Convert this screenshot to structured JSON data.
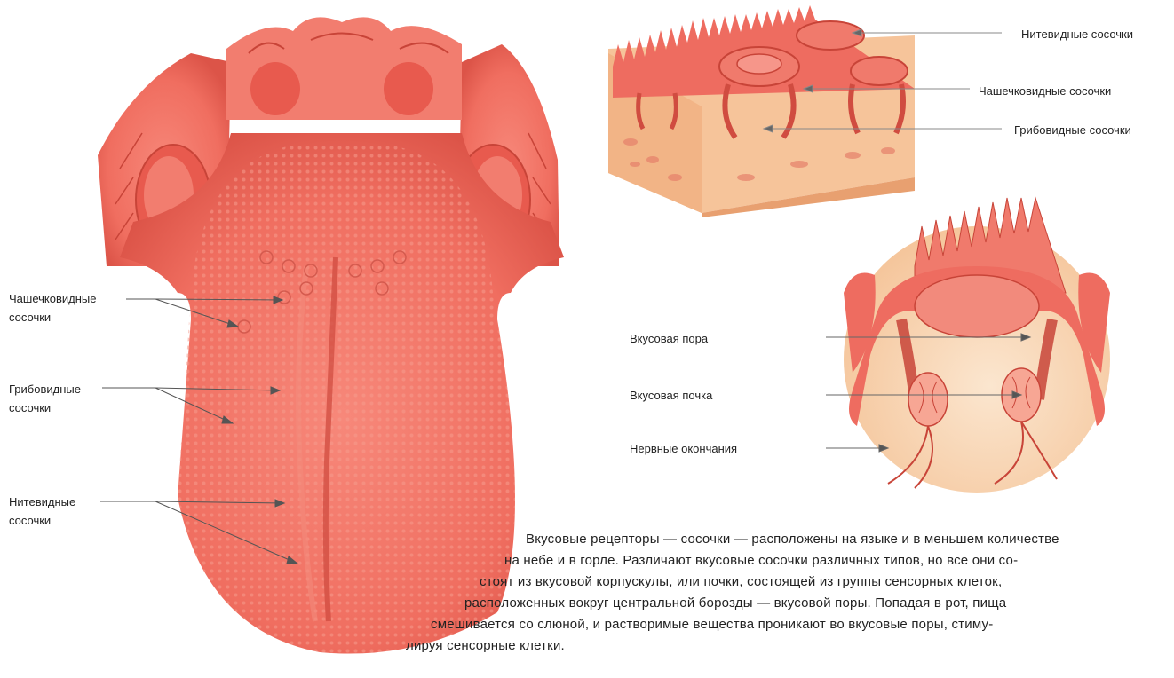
{
  "tongue_labels": {
    "circumvallate_line1": "Чашечковидные",
    "circumvallate_line2": "сосочки",
    "fungiform_line1": "Грибовидные",
    "fungiform_line2": "сосочки",
    "filiform_line1": "Нитевидные",
    "filiform_line2": "сосочки"
  },
  "section_labels": {
    "filiform": "Нитевидные сосочки",
    "circumvallate": "Чашечковидные сосочки",
    "fungiform": "Грибовидные сосочки"
  },
  "bud_labels": {
    "pore": "Вкусовая пора",
    "bud": "Вкусовая почка",
    "nerves": "Нервные окончания"
  },
  "caption_lines": [
    "Вкусовые рецепторы — сосочки — расположены на языке и в меньшем количестве",
    "на небе и в горле. Различают вкусовые сосочки различных типов, но все они со-",
    "стоят из вкусовой корпускулы, или почки, состоящей из группы сенсорных клеток,",
    "расположенных вокруг центральной борозды — вкусовой поры. Попадая в рот, пища",
    "смешивается со слюной, и растворимые вещества проникают во вкусовые поры, стиму-",
    "лируя сенсорные клетки."
  ],
  "colors": {
    "tongue": "#f06e60",
    "tongue_dark": "#d8483c",
    "tissue": "#f6c49a",
    "leader": "#555555"
  }
}
